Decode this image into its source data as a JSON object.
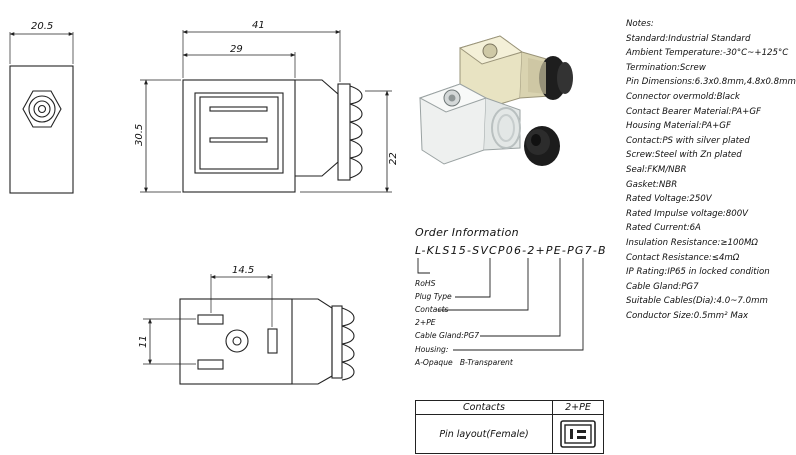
{
  "drawing": {
    "dims": {
      "width_side": "20.5",
      "length_total": "41",
      "length_body": "29",
      "height_total": "30.5",
      "height_body": "22",
      "pin_offset": "14.5",
      "pin_height": "11"
    }
  },
  "notes": {
    "title": "Notes:",
    "items": [
      "Standard:Industrial Standard",
      "Ambient Temperature:-30°C~+125°C",
      "Termination:Screw",
      "Pin Dimensions:6.3x0.8mm,4.8x0.8mm",
      "Connector overmold:Black",
      "Contact Bearer Material:PA+GF",
      "Housing Material:PA+GF",
      "Contact:PS with silver plated",
      "Screw:Steel with Zn plated",
      "Seal:FKM/NBR",
      "Gasket:NBR",
      "Rated Voltage:250V",
      "Rated Impulse voltage:800V",
      "Rated Current:6A",
      "Insulation Resistance:≥100MΩ",
      "Contact Resistance:≤4mΩ",
      "IP Rating:IP65 in locked condition",
      "Cable Gland:PG7",
      "Suitable Cables(Dia):4.0~7.0mm",
      "Conductor Size:0.5mm² Max"
    ]
  },
  "order": {
    "title": "Order Information",
    "code": "L-KLS15-SVCP06-2+PE-PG7-B",
    "labels": [
      "RoHS",
      "Plug Type",
      "Contacts",
      "2+PE",
      "Cable Gland:PG7",
      "Housing:",
      "A-Opaque   B-Transparent"
    ]
  },
  "pin_table": {
    "header_left": "Contacts",
    "header_right": "2+PE",
    "row_label": "Pin layout(Female)",
    "pin_icon": "pin-layout-icon"
  },
  "colors": {
    "line": "#222222",
    "body": "#ffffff"
  }
}
